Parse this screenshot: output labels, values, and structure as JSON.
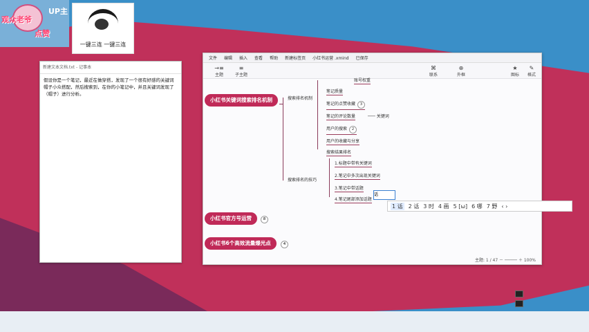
{
  "overlay": {
    "avatar_text_1": "观众老爷",
    "avatar_text_2": "点赞",
    "avatar_text_3": "UP主",
    "logo_caption": "一键三连 一键三连"
  },
  "notepad": {
    "title": "新建文本文档.txt - 记事本",
    "body": "假设你是一个笔记，最近在做穿搭，发现了一个很有好感的关键词帽子小众搭配，然后搜索到，在你的小笔记中，并且关键词发现了（帽子）进行分析。"
  },
  "mindmap": {
    "menu": [
      "文件",
      "编辑",
      "插入",
      "查看",
      "帮助",
      "新建标签页",
      "小红书运营 .xmind",
      "已保存"
    ],
    "toolbar_left": [
      {
        "icon": "→≡",
        "label": "主题"
      },
      {
        "icon": "≡",
        "label": "子主题"
      }
    ],
    "toolbar_right": [
      {
        "icon": "⌘",
        "label": "联系"
      },
      {
        "icon": "⊕",
        "label": "外框"
      },
      {
        "icon": "★",
        "label": "图标"
      },
      {
        "icon": "✎",
        "label": "格式"
      }
    ],
    "root1": "小红书关键词搜索排名机制",
    "root2": "小红书官方号运营",
    "root3": "小红书6个高效流量爆光点",
    "branch1": "搜索排名机制",
    "branch2": "搜索排名的技巧",
    "top_leaf": "账号权重",
    "leaves1": [
      {
        "label": "笔记质量",
        "badge": ""
      },
      {
        "label": "笔记的点赞收藏",
        "badge": "3"
      },
      {
        "label": "笔记的评论数量",
        "badge": ""
      },
      {
        "label": "用户的搜索",
        "badge": "2"
      },
      {
        "label": "用户的收藏与分享",
        "badge": ""
      },
      {
        "label": "搜索结果排名",
        "badge": ""
      }
    ],
    "side_note": "关键词",
    "leaves2": [
      "1.标题中带有关键词",
      "2.笔记中多次出现关键词",
      "3.笔记中带话题",
      "4.笔记尾部添加话题"
    ],
    "root2_badge": "8",
    "root3_badge": "4",
    "status": "主题: 1 / 47    －  ─────  ＋  100%"
  },
  "ime": {
    "input": "话",
    "candidates": [
      "1 话",
      "2 话",
      "3 时",
      "4 画",
      "5 [ω]",
      "6 哪",
      "7 野"
    ],
    "nav": "‹ ›"
  }
}
